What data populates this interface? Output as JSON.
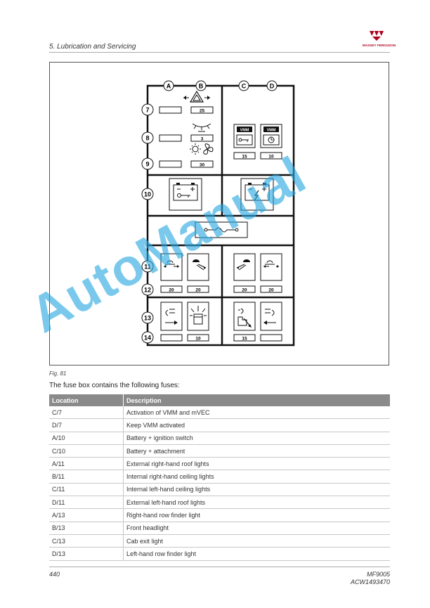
{
  "header": {
    "section_title": "5. Lubrication and Servicing",
    "brand_name": "MASSEY FERGUSON"
  },
  "figure": {
    "caption": "Fig. 81",
    "columns": [
      "A",
      "B",
      "C",
      "D"
    ],
    "rows": [
      "7",
      "8",
      "9",
      "10",
      "11",
      "12",
      "13",
      "14"
    ],
    "fuse_values": {
      "b7": "25",
      "b8": "3",
      "b9": "30",
      "c7": "15",
      "d7": "10",
      "a12": "20",
      "b12": "20",
      "c12": "20",
      "d12": "20",
      "b14": "10",
      "c14": "15"
    },
    "vmm_label": "VMM"
  },
  "intro_text": "The fuse box contains the following fuses:",
  "table": {
    "headers": [
      "Location",
      "Description"
    ],
    "rows": [
      [
        "C/7",
        "Activation of VMM and mVEC"
      ],
      [
        "D/7",
        "Keep VMM activated"
      ],
      [
        "A/10",
        "Battery + ignition switch"
      ],
      [
        "C/10",
        "Battery + attachment"
      ],
      [
        "A/11",
        "External right-hand roof lights"
      ],
      [
        "B/11",
        "Internal right-hand ceiling lights"
      ],
      [
        "C/11",
        "Internal left-hand ceiling lights"
      ],
      [
        "D/11",
        "External left-hand roof lights"
      ],
      [
        "A/13",
        "Right-hand row finder light"
      ],
      [
        "B/13",
        "Front headlight"
      ],
      [
        "C/13",
        "Cab exit light"
      ],
      [
        "D/13",
        "Left-hand row finder light"
      ]
    ]
  },
  "watermark": "AutoManual",
  "footer": {
    "page_number": "440",
    "model": "MF9005",
    "doc_number": "ACW1493470"
  }
}
